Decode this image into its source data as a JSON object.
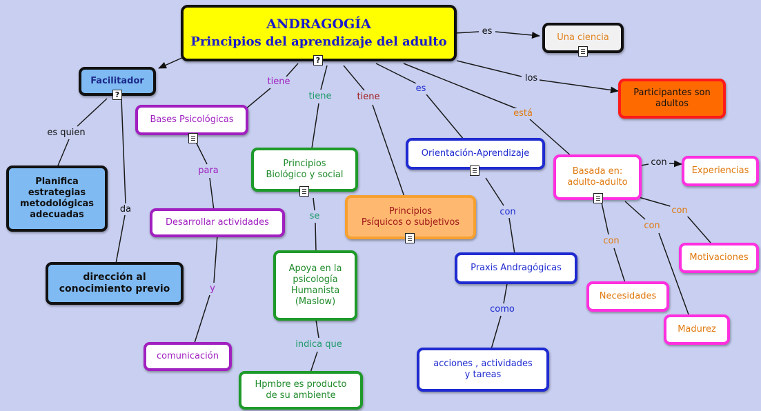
{
  "colors": {
    "background": "#c8cff0",
    "title_fill": "#ffff00",
    "blue": "#1f2bd0",
    "green": "#1e9a2a",
    "purple": "#a020c0",
    "orange": "#f0a040",
    "magenta": "#ff30e0",
    "red": "#ff2020"
  },
  "nodes": {
    "title_line1": "ANDRAGOGÍA",
    "title_line2": "Principios del aprendizaje del adulto",
    "una_ciencia": "Una ciencia",
    "participantes": "Participantes son\nadultos",
    "facilitador": "Facilitador",
    "planifica": "Planifica\nestrategias\nmetodológicas\nadecuadas",
    "direccion": "dirección al\nconocimiento previo",
    "bases": "Bases Psicológicas",
    "desarrollar": "Desarrollar actividades",
    "comunicacion": "comunicación",
    "principios_bio": "Principios\nBiológico y social",
    "apoya": "Apoya en la\npsicología\nHumanista\n(Maslow)",
    "hombre": "Hpmbre es producto\nde su ambiente",
    "principios_psi": "Principios\nPsíquicos o subjetivos",
    "orientacion": "Orientación-Aprendizaje",
    "praxis": "Praxis Andragógicas",
    "acciones": "acciones , actividades\ny tareas",
    "basada": "Basada en:\nadulto-adulto",
    "experiencias": "Experiencias",
    "motivaciones": "Motivaciones",
    "necesidades": "Necesidades",
    "madurez": "Madurez"
  },
  "labels": {
    "es_top": "es",
    "los": "los",
    "tiene_1": "tiene",
    "tiene_2": "tiene",
    "tiene_3": "tiene",
    "es_mid": "es",
    "esta": "está",
    "es_quien": "es quien",
    "da": "da",
    "para": "para",
    "y": "y",
    "se": "se",
    "indica_que": "indica que",
    "con_orient": "con",
    "como": "como",
    "con_exp": "con",
    "con_mot": "con",
    "con_mad": "con",
    "con_nec": "con"
  },
  "icons": {
    "question": "?",
    "note": "note-icon"
  }
}
